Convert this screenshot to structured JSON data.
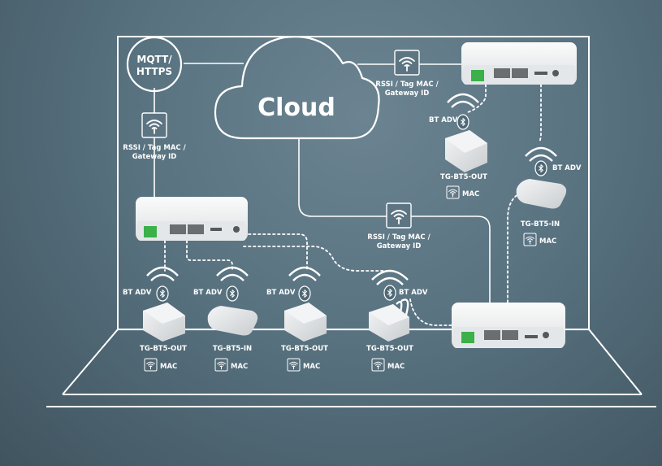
{
  "cloud": {
    "label": "Cloud"
  },
  "protocol": {
    "label_line1": "MQTT/",
    "label_line2": "HTTPS"
  },
  "uplink_label": {
    "line1": "RSSI / Tag MAC /",
    "line2": "Gateway ID"
  },
  "bt_adv_label": "BT ADV",
  "mac_label": "MAC",
  "tags": {
    "out_label": "TG-BT5-OUT",
    "in_label": "TG-BT5-IN"
  },
  "colors": {
    "background": "#587280",
    "line": "#ffffff",
    "device_body": "#eef0f1",
    "port_green": "#3cb04a"
  },
  "icons": [
    "cloud-icon",
    "wifi-icon",
    "bluetooth-icon",
    "gateway-device",
    "sensor-tag-out",
    "sensor-tag-in"
  ]
}
